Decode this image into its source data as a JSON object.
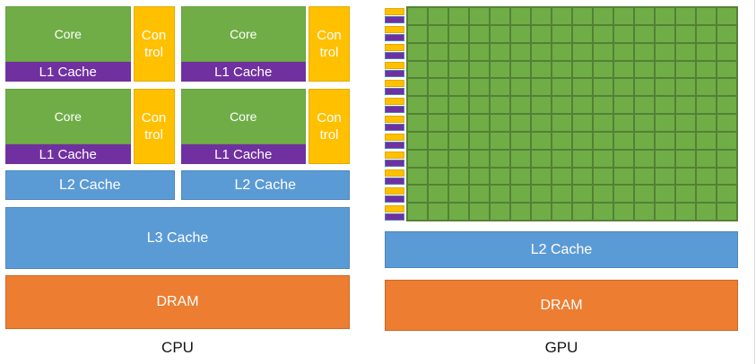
{
  "diagram": {
    "cpu": {
      "caption": "CPU",
      "core_unit_count": 4,
      "core_label": "Core",
      "l1_label": "L1 Cache",
      "control_label": "Con trol",
      "l2_labels": [
        "L2 Cache",
        "L2 Cache"
      ],
      "l3_label": "L3 Cache",
      "dram_label": "DRAM"
    },
    "gpu": {
      "caption": "GPU",
      "grid": {
        "rows": 12,
        "cols": 16,
        "stripe_meaning": [
          "control",
          "l1-cache"
        ]
      },
      "l2_label": "L2 Cache",
      "dram_label": "DRAM"
    },
    "colors": {
      "core_green": "#70AD47",
      "grid_line_green": "#538135",
      "control_yellow": "#FFC000",
      "l1_purple": "#7030A0",
      "cache_blue": "#5B9BD5",
      "dram_orange": "#ED7D31"
    }
  }
}
